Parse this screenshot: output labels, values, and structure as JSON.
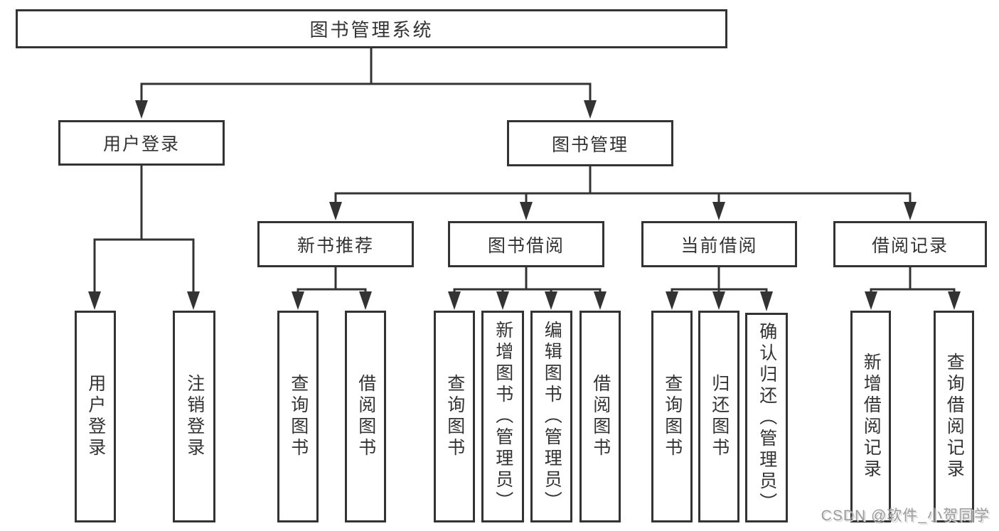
{
  "diagram": {
    "colors": {
      "line": "#333333",
      "box_border": "#333333",
      "text": "#333333",
      "background": "#ffffff",
      "watermark_text": "#9c9c9c"
    },
    "tree": {
      "label": "图书管理系统",
      "children": [
        {
          "label": "用户登录",
          "children": [
            {
              "label": "用户登录"
            },
            {
              "label": "注销登录"
            }
          ]
        },
        {
          "label": "图书管理",
          "children": [
            {
              "label": "新书推荐",
              "children": [
                {
                  "label": "查询图书"
                },
                {
                  "label": "借阅图书"
                }
              ]
            },
            {
              "label": "图书借阅",
              "children": [
                {
                  "label": "查询图书"
                },
                {
                  "label": "新增图书（管理员）"
                },
                {
                  "label": "编辑图书（管理员）"
                },
                {
                  "label": "借阅图书"
                }
              ]
            },
            {
              "label": "当前借阅",
              "children": [
                {
                  "label": "查询图书"
                },
                {
                  "label": "归还图书"
                },
                {
                  "label": "确认归还（管理员）"
                }
              ]
            },
            {
              "label": "借阅记录",
              "children": [
                {
                  "label": "新增借阅记录"
                },
                {
                  "label": "查询借阅记录"
                }
              ]
            }
          ]
        }
      ]
    },
    "watermark": {
      "text": "CSDN @软件_小贺同学"
    }
  }
}
